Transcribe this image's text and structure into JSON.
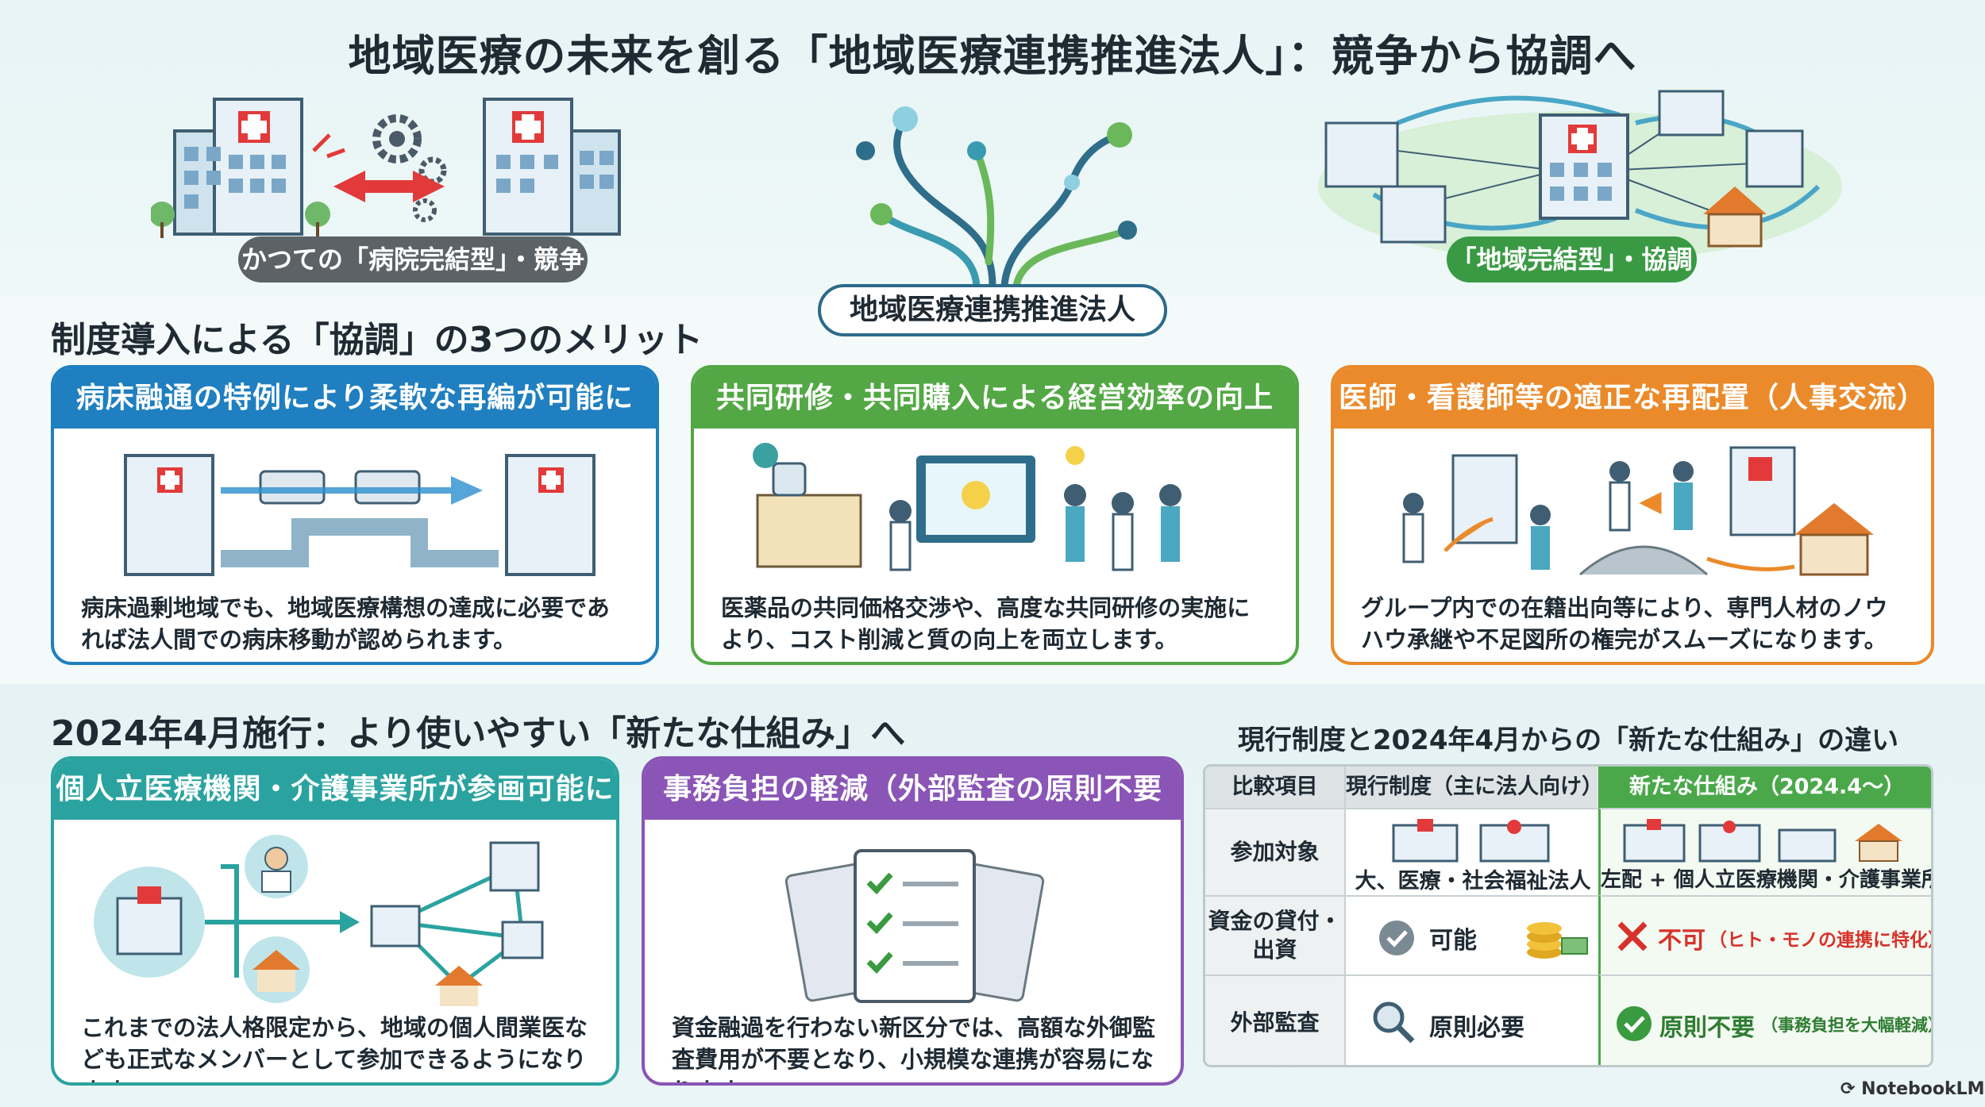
{
  "title": "地域医療の未来を創る「地域医療連携推進法人」：競争から協調へ",
  "hero": {
    "left_label": "かつての「病院完結型」・競争",
    "center_label": "地域医療連携推進法人",
    "right_label": "「地域完結型」・協調"
  },
  "merits": {
    "heading": "制度導入による「協調」の3つのメリット",
    "cards": [
      {
        "title": "病床融通の特例により柔軟な再編が可能に",
        "body": "病床過剰地域でも、地域医療構想の達成に必要であれば法人間での病床移動が認められます。",
        "color": "#1f7fc0"
      },
      {
        "title": "共同研修・共同購入による経営効率の向上",
        "body": "医薬品の共同価格交渉や、高度な共同研修の実施により、コスト削減と質の向上を両立します。",
        "color": "#53a845"
      },
      {
        "title": "医師・看護師等の適正な再配置（人事交流）",
        "body": "グループ内での在籍出向等により、専門人材のノウハウ承継や不足図所の権完がスムーズになります。",
        "color": "#ea8a2a"
      }
    ]
  },
  "new_system": {
    "heading": "2024年4月施行：より使いやすい「新たな仕組み」へ",
    "cards": [
      {
        "title": "個人立医療機関・介護事業所が参画可能に",
        "body": "これまでの法人格限定から、地域の個人間業医なども正式なメンバーとして参加できるようになります。",
        "color": "#2aa3a0"
      },
      {
        "title": "事務負担の軽減（外部監査の原則不要化）",
        "body": "資金融過を行わない新区分では、高額な外御監査費用が不要となり、小規模な連携が容易になります。",
        "color": "#8a55b6"
      }
    ]
  },
  "comparison": {
    "heading": "現行制度と2024年4月からの「新たな仕組み」の違い",
    "col_headers": [
      "比較項目",
      "現行制度（主に法人向け）",
      "新たな仕組み（2024.4〜）"
    ],
    "rows": [
      {
        "label": "参加対象",
        "current": "大、医療・社会福祉法人",
        "new": "左配 + 個人立医療機関・介護事業所"
      },
      {
        "label": "資金の貸付・出資",
        "current": "可能",
        "new_main": "不可",
        "new_note": "（ヒト・モノの連携に特化）"
      },
      {
        "label": "外部監査",
        "current": "原則必要",
        "new_main": "原則不要",
        "new_note": "（事務負担を大幅軽減）"
      }
    ],
    "colors": {
      "header_new": "#4aa84a",
      "cross": "#d6322b",
      "check": "#3a9a3f"
    }
  },
  "brand": "NotebookLM"
}
